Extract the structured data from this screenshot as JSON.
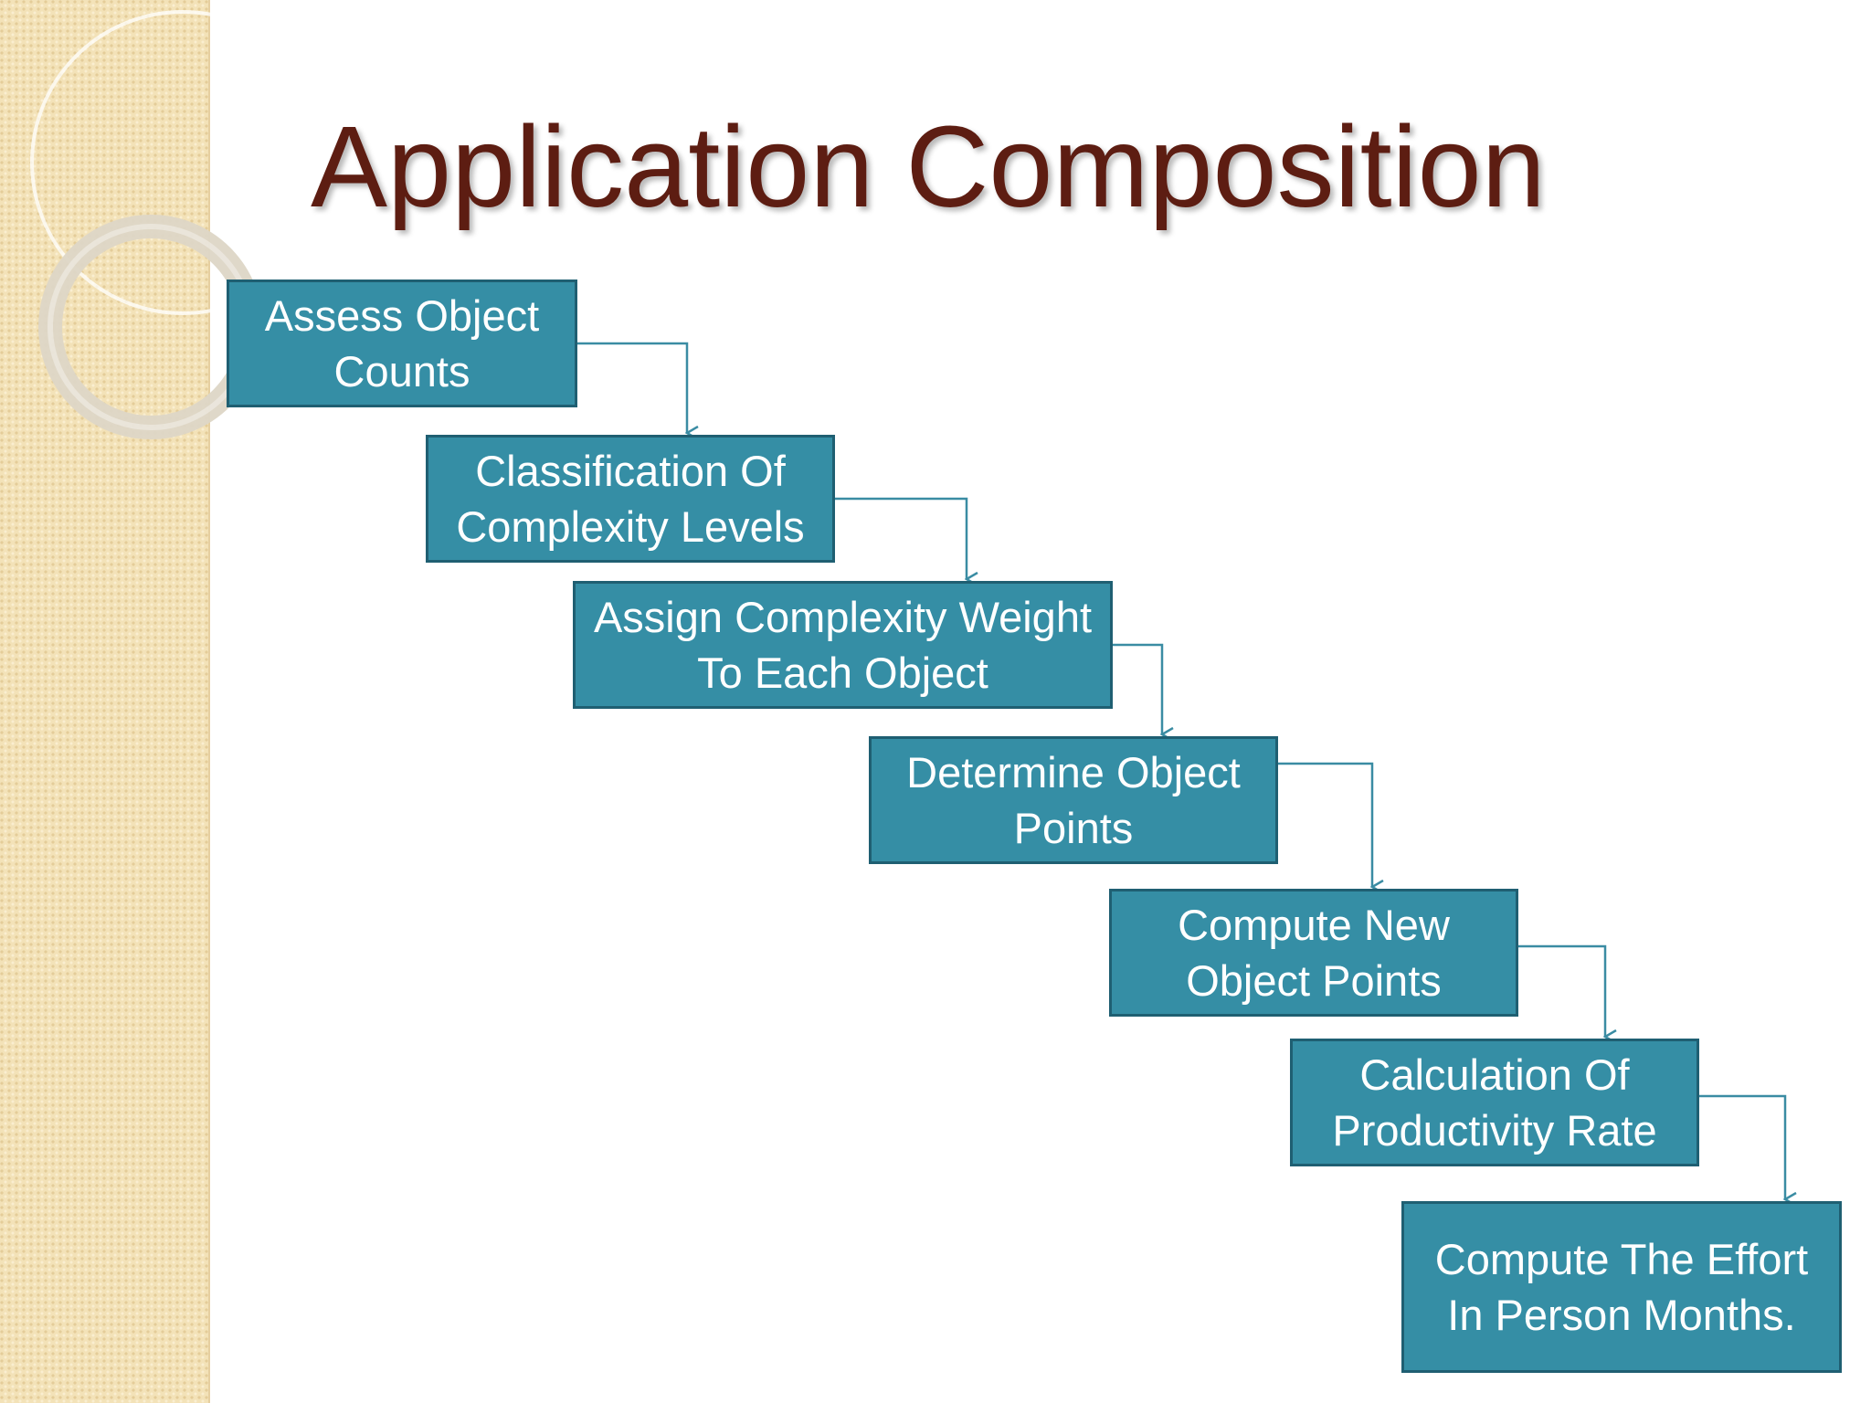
{
  "slide": {
    "title": "Application Composition"
  },
  "steps": [
    {
      "label": "Assess Object Counts"
    },
    {
      "label": "Classification Of Complexity Levels"
    },
    {
      "label": "Assign Complexity Weight To Each Object"
    },
    {
      "label": "Determine Object Points"
    },
    {
      "label": "Compute New Object Points"
    },
    {
      "label": "Calculation Of Productivity Rate"
    },
    {
      "label": "Compute The Effort In Person Months."
    }
  ],
  "colors": {
    "box_fill": "#358ea5",
    "box_border": "#1f5f72",
    "connector": "#3a8ca3",
    "title": "#5d1d12",
    "sidebar": "#f3e2b8"
  }
}
